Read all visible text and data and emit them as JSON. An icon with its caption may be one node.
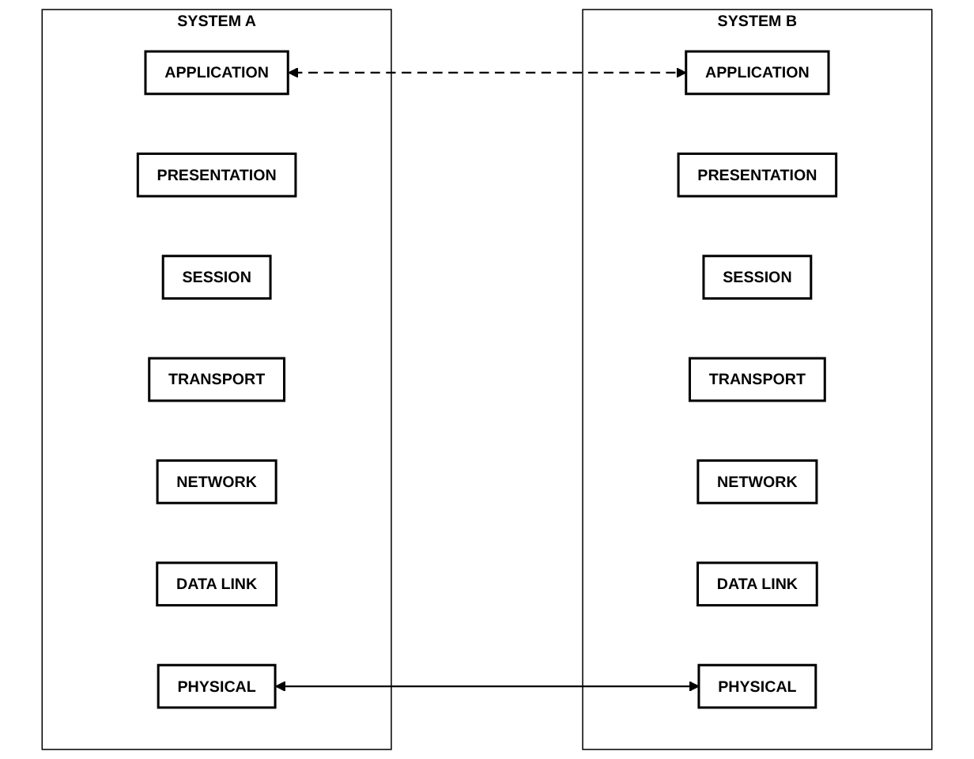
{
  "diagram": {
    "nodes": [
      {
        "text": [
          "SYSTEM A"
        ]
      },
      {
        "text": [
          "APPLICATION"
        ],
        "in": 0
      },
      {
        "text": [
          "PRESENTATION"
        ],
        "in": 0
      },
      {
        "text": [
          "SESSION"
        ],
        "in": 0
      },
      {
        "text": [
          "TRANSPORT"
        ],
        "in": 0
      },
      {
        "text": [
          "NETWORK"
        ],
        "in": 0
      },
      {
        "text": [
          "DATA LINK"
        ],
        "in": 0
      },
      {
        "text": [
          "PHYSICAL"
        ],
        "in": 0
      },
      {
        "text": [
          "SYSTEM B"
        ]
      },
      {
        "text": [
          "APPLICATION"
        ],
        "in": 8
      },
      {
        "text": [
          "PRESENTATION"
        ],
        "in": 8
      },
      {
        "text": [
          "SESSION"
        ],
        "in": 8
      },
      {
        "text": [
          "TRANSPORT"
        ],
        "in": 8
      },
      {
        "text": [
          "NETWORK"
        ],
        "in": 8
      },
      {
        "text": [
          "DATA LINK"
        ],
        "in": 8
      },
      {
        "text": [
          "PHYSICAL"
        ],
        "in": 8
      }
    ],
    "edges": [
      {
        "from": 1,
        "to": 9,
        "arrow": "both",
        "style": "dashed"
      },
      {
        "from": 7,
        "to": 15,
        "arrow": "both"
      }
    ]
  }
}
